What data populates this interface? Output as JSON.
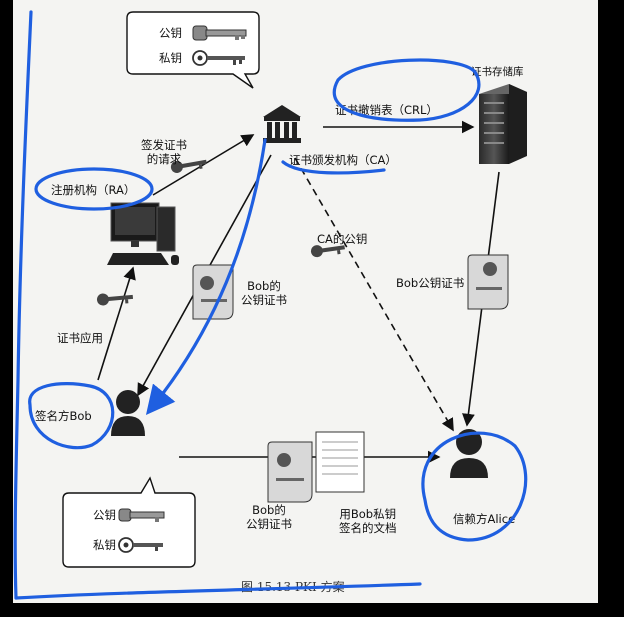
{
  "top_bubble": {
    "public_key": "公钥",
    "private_key": "私钥"
  },
  "bottom_bubble": {
    "public_key": "公钥",
    "private_key": "私钥"
  },
  "nodes": {
    "ca": "证书颁发机构（CA）",
    "crl": "证书撤销表（CRL）",
    "repository": "证书存储库",
    "ra": "注册机构（RA）",
    "signer": "签名方Bob",
    "relying": "信赖方Alice"
  },
  "edges": {
    "sign_request": "签发证书\n的请求",
    "cert_application": "证书应用",
    "ca_public_key": "CA的公钥",
    "bob_cert_repo": "Bob公钥证书",
    "bob_cert_mid": "Bob的\n公钥证书",
    "bob_cert_bottom": "Bob的\n公钥证书",
    "signed_doc": "用Bob私钥\n签名的文档"
  },
  "caption": "图 15.13 PKI 方案",
  "colors": {
    "ink": "#111111",
    "annotation": "#1f5fe0",
    "page": "#f4f4f2"
  }
}
